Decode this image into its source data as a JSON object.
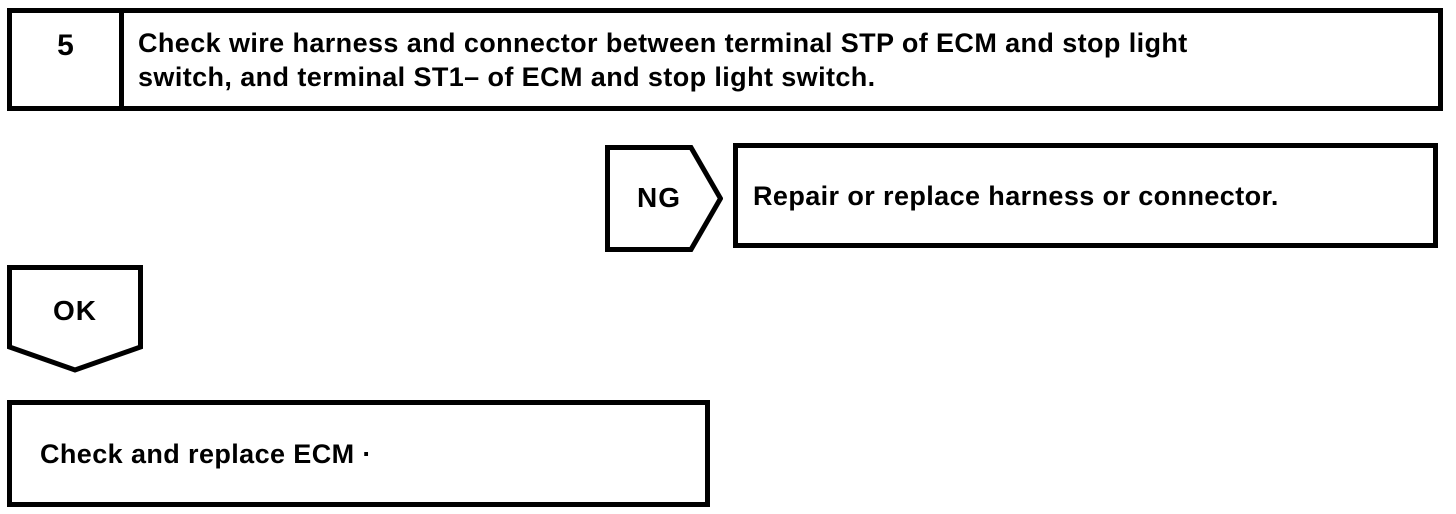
{
  "colors": {
    "ink": "#000000",
    "paper": "#ffffff"
  },
  "flowchart": {
    "step": {
      "number": "5",
      "instruction_line1": "Check wire harness and connector between terminal STP of ECM and stop light",
      "instruction_line2": "switch, and terminal ST1– of ECM and stop light switch.",
      "instruction_full": "Check wire harness and connector between terminal STP of ECM and stop light switch, and terminal ST1– of ECM and stop light switch."
    },
    "ng_branch": {
      "label": "NG",
      "action": "Repair or replace harness or connector."
    },
    "ok_branch": {
      "label": "OK",
      "action": "Check and replace ECM ·"
    }
  }
}
